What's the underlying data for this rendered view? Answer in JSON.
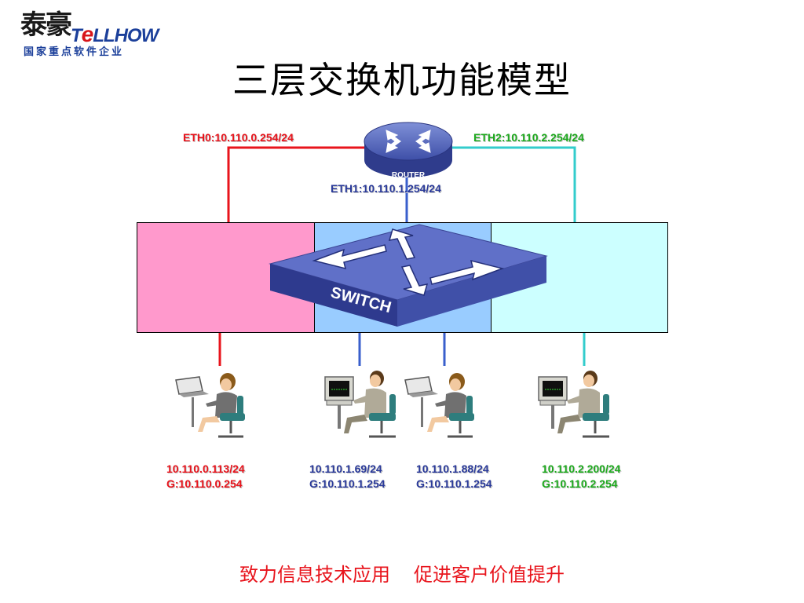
{
  "logo": {
    "cn": "泰豪",
    "en_t": "T",
    "en_e": "e",
    "en_rest": "LLHOW",
    "sub": "国家重点软件企业"
  },
  "title": "三层交换机功能模型",
  "router": {
    "label": "ROUTER",
    "eth0": "ETH0:10.110.0.254/24",
    "eth1": "ETH1:10.110.1.254/24",
    "eth2": "ETH2:10.110.2.254/24"
  },
  "switch": {
    "label": "SWITCH"
  },
  "colors": {
    "vlan0": "#ff99cc",
    "vlan1": "#99ccff",
    "vlan2": "#ccffff",
    "red": "#e8141c",
    "blue": "#2a3a9a",
    "green": "#1eaa1e",
    "cyan_line": "#33cccc"
  },
  "hosts": [
    {
      "ip": "10.110.0.113/24",
      "gw": "G:10.110.0.254",
      "icon": "woman-at-laptop-icon"
    },
    {
      "ip": "10.110.1.69/24",
      "gw": "G:10.110.1.254",
      "icon": "man-at-computer-icon"
    },
    {
      "ip": "10.110.1.88/24",
      "gw": "G:10.110.1.254",
      "icon": "woman-at-laptop-icon"
    },
    {
      "ip": "10.110.2.200/24",
      "gw": "G:10.110.2.254",
      "icon": "man-at-computer-icon"
    }
  ],
  "footer": {
    "left": "致力信息技术应用",
    "right": "促进客户价值提升"
  }
}
